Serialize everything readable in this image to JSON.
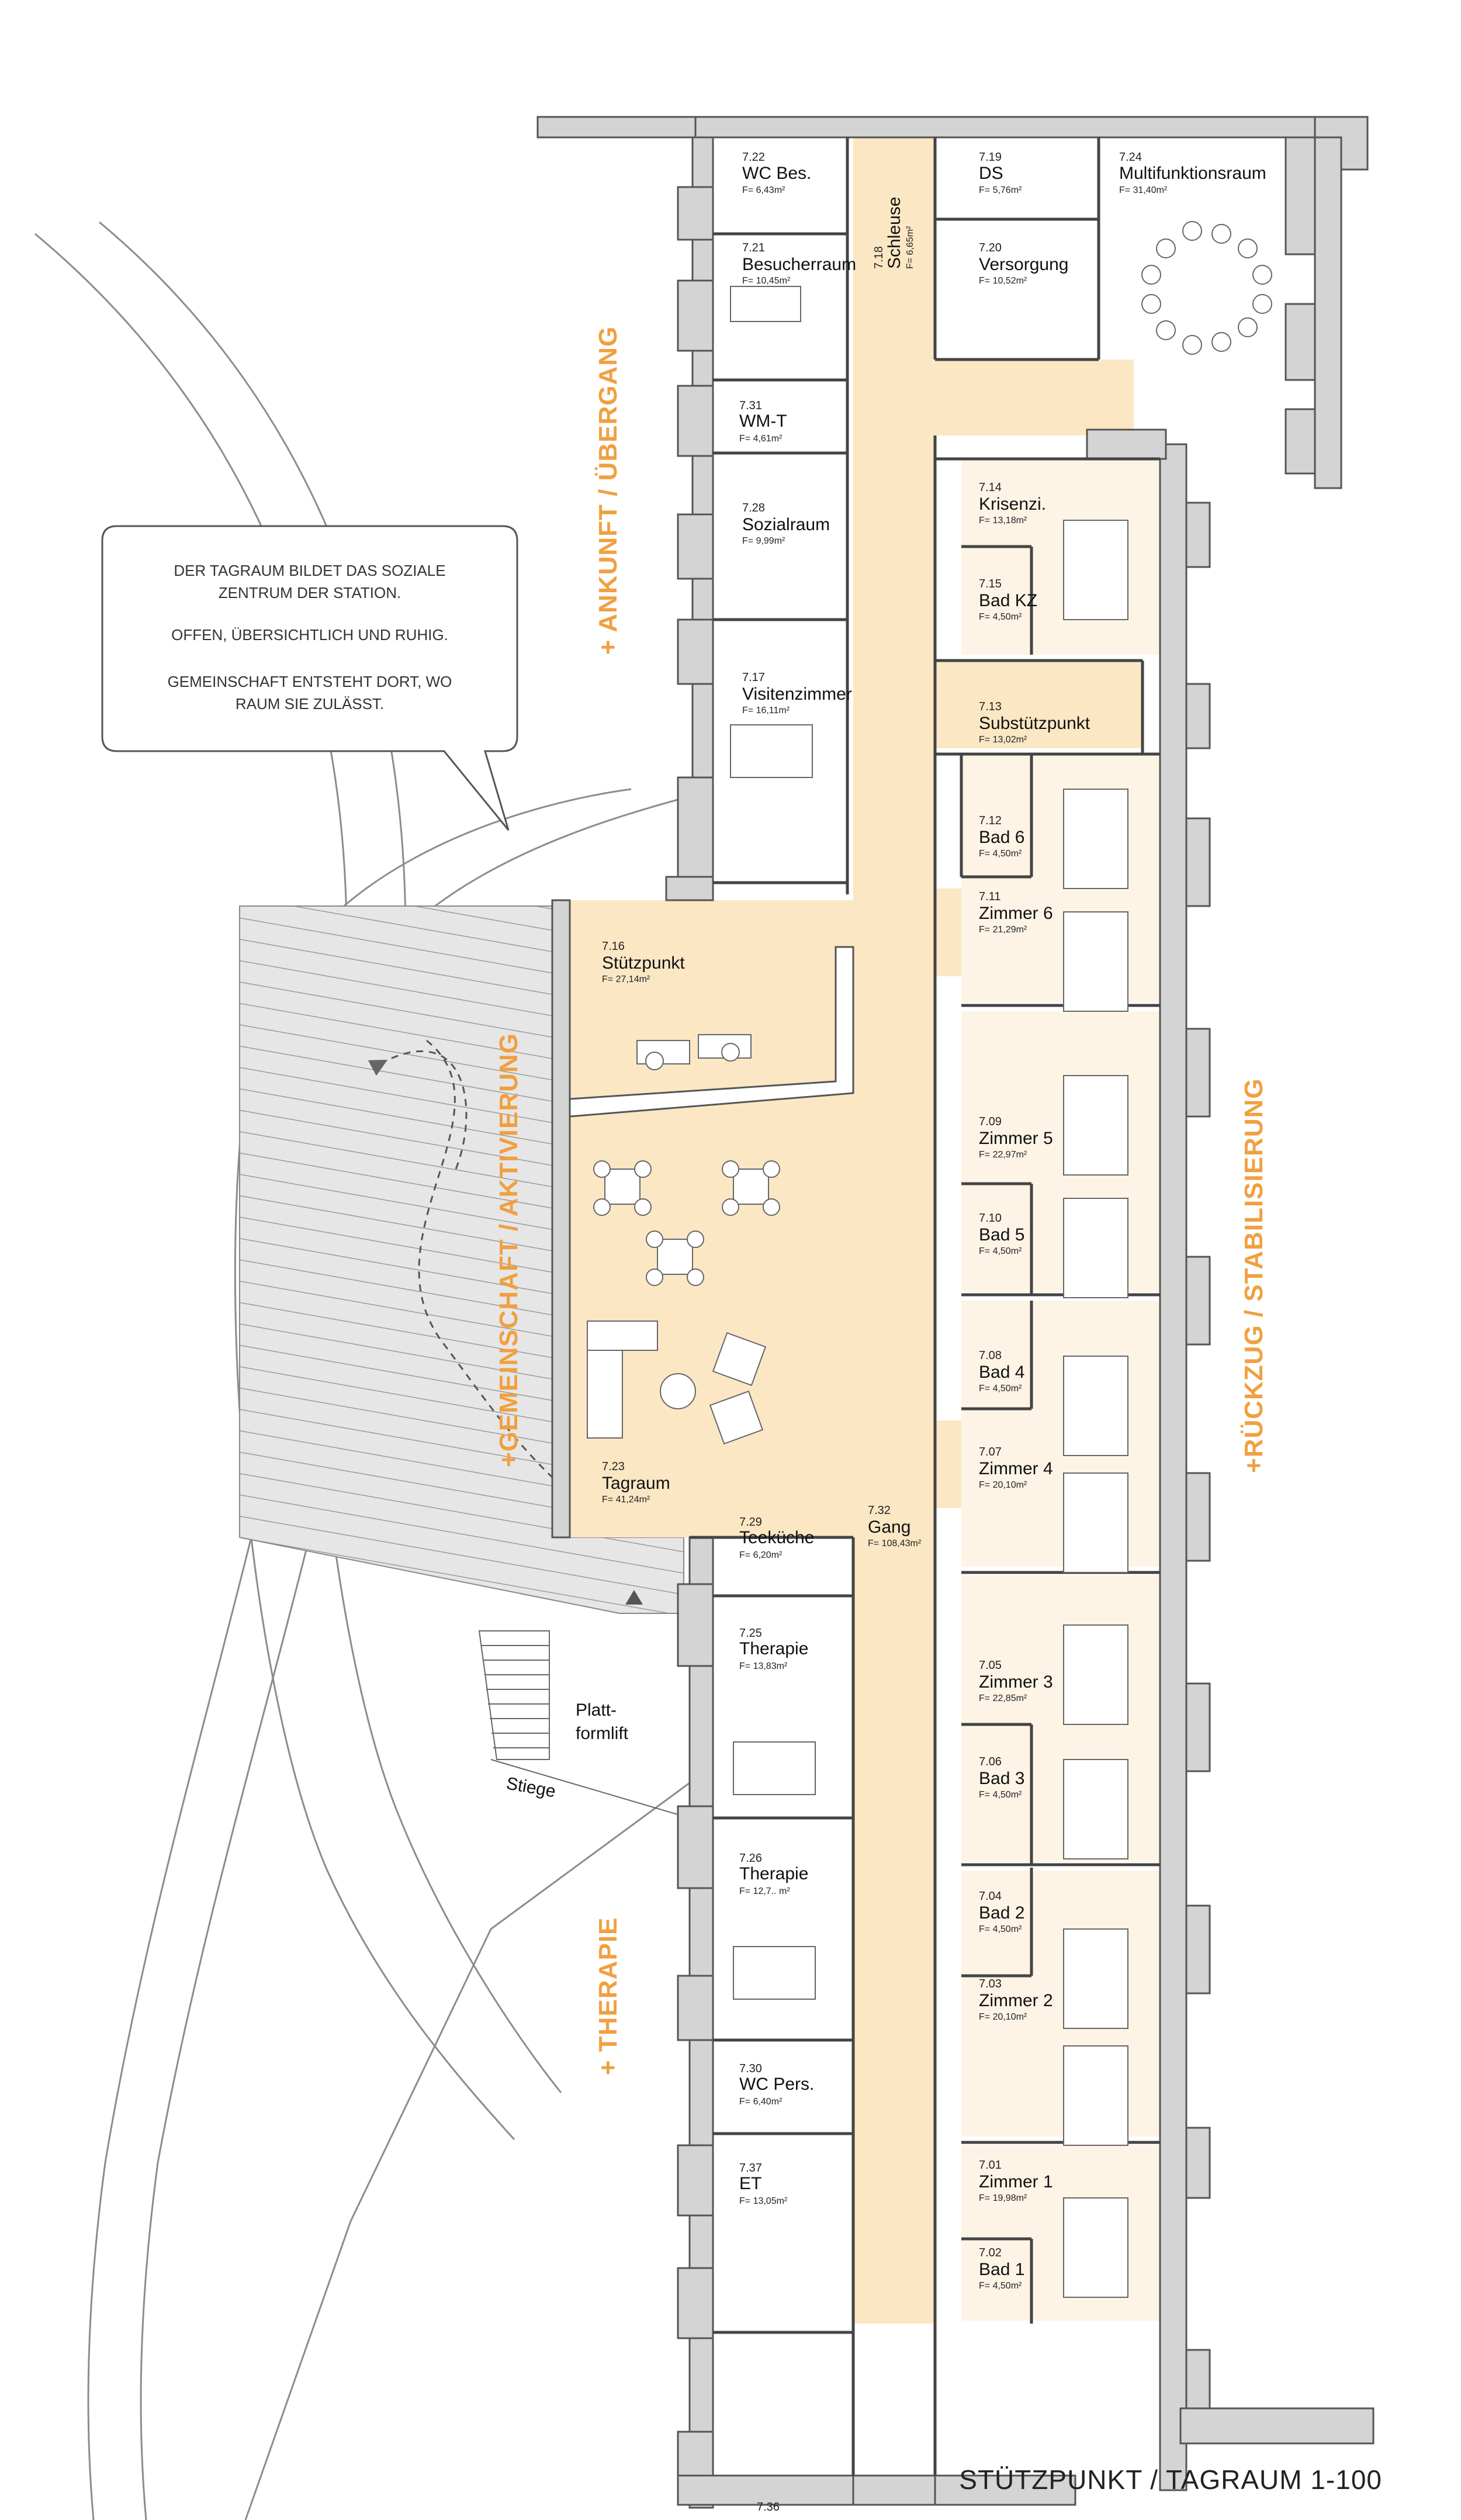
{
  "title": "STÜTZPUNKT / TAGRAUM 1-100",
  "note_bubble": {
    "lines": [
      "DER TAGRAUM BILDET DAS SOZIALE",
      "ZENTRUM DER STATION.",
      "",
      "OFFEN, ÜBERSICHTLICH UND RUHIG.",
      "",
      "GEMEINSCHAFT ENTSTEHT DORT, WO",
      "RAUM SIE ZULÄSST."
    ]
  },
  "zones": {
    "ankunft": "+ ANKUNFT / ÜBERGANG",
    "gemeinschaft": "+GEMEINSCHAFT / AKTIVIERUNG",
    "rueckzug": "+RÜCKZUG / STABILISIERUNG",
    "therapie": "+ THERAPIE"
  },
  "outdoor_labels": {
    "plattformlift_1": "Platt-",
    "plattformlift_2": "formlift",
    "stiege": "Stiege"
  },
  "rooms": {
    "r722": {
      "num": "7.22",
      "name": "WC Bes.",
      "area": "F= 6,43m²"
    },
    "r721": {
      "num": "7.21",
      "name": "Besucherraum",
      "area": "F= 10,45m²"
    },
    "r718": {
      "num": "7.18",
      "name": "Schleuse",
      "area": "F= 6,65m²"
    },
    "r719": {
      "num": "7.19",
      "name": "DS",
      "area": "F= 5,76m²"
    },
    "r720": {
      "num": "7.20",
      "name": "Versorgung",
      "area": "F= 10,52m²"
    },
    "r724": {
      "num": "7.24",
      "name": "Multifunktionsraum",
      "area": "F= 31,40m²"
    },
    "r731": {
      "num": "7.31",
      "name": "WM-T",
      "area": "F= 4,61m²"
    },
    "r728": {
      "num": "7.28",
      "name": "Sozialraum",
      "area": "F= 9,99m²"
    },
    "r717": {
      "num": "7.17",
      "name": "Visitenzimmer",
      "area": "F= 16,11m²"
    },
    "r714": {
      "num": "7.14",
      "name": "Krisenzi.",
      "area": "F= 13,18m²"
    },
    "r715": {
      "num": "7.15",
      "name": "Bad KZ",
      "area": "F= 4,50m²"
    },
    "r713": {
      "num": "7.13",
      "name": "Substützpunkt",
      "area": "F= 13,02m²"
    },
    "r712": {
      "num": "7.12",
      "name": "Bad 6",
      "area": "F= 4,50m²"
    },
    "r711": {
      "num": "7.11",
      "name": "Zimmer 6",
      "area": "F= 21,29m²"
    },
    "r716": {
      "num": "7.16",
      "name": "Stützpunkt",
      "area": "F= 27,14m²"
    },
    "r709": {
      "num": "7.09",
      "name": "Zimmer 5",
      "area": "F= 22,97m²"
    },
    "r710": {
      "num": "7.10",
      "name": "Bad 5",
      "area": "F= 4,50m²"
    },
    "r708": {
      "num": "7.08",
      "name": "Bad 4",
      "area": "F= 4,50m²"
    },
    "r707": {
      "num": "7.07",
      "name": "Zimmer 4",
      "area": "F= 20,10m²"
    },
    "r723": {
      "num": "7.23",
      "name": "Tagraum",
      "area": "F= 41,24m²"
    },
    "r729": {
      "num": "7.29",
      "name": "Teeküche",
      "area": "F= 6,20m²"
    },
    "r732": {
      "num": "7.32",
      "name": "Gang",
      "area": "F= 108,43m²"
    },
    "r725": {
      "num": "7.25",
      "name": "Therapie",
      "area": "F= 13,83m²"
    },
    "r705": {
      "num": "7.05",
      "name": "Zimmer 3",
      "area": "F= 22,85m²"
    },
    "r706": {
      "num": "7.06",
      "name": "Bad 3",
      "area": "F= 4,50m²"
    },
    "r726": {
      "num": "7.26",
      "name": "Therapie",
      "area": "F= 12,7.. m²"
    },
    "r704": {
      "num": "7.04",
      "name": "Bad 2",
      "area": "F= 4,50m²"
    },
    "r703": {
      "num": "7.03",
      "name": "Zimmer 2",
      "area": "F= 20,10m²"
    },
    "r730": {
      "num": "7.30",
      "name": "WC Pers.",
      "area": "F= 6,40m²"
    },
    "r737": {
      "num": "7.37",
      "name": "ET",
      "area": "F= 13,05m²"
    },
    "r701": {
      "num": "7.01",
      "name": "Zimmer 1",
      "area": "F= 19,98m²"
    },
    "r702": {
      "num": "7.02",
      "name": "Bad 1",
      "area": "F= 4,50m²"
    },
    "r736": {
      "num": "7.36"
    }
  },
  "colors": {
    "corridor": "#fbe7c4",
    "room_tint": "#fdf4e6",
    "wall": "#d6d6d6",
    "wall_outline": "#555555",
    "zone_accent": "#f0a040",
    "terrace": "#e4e4e4"
  }
}
